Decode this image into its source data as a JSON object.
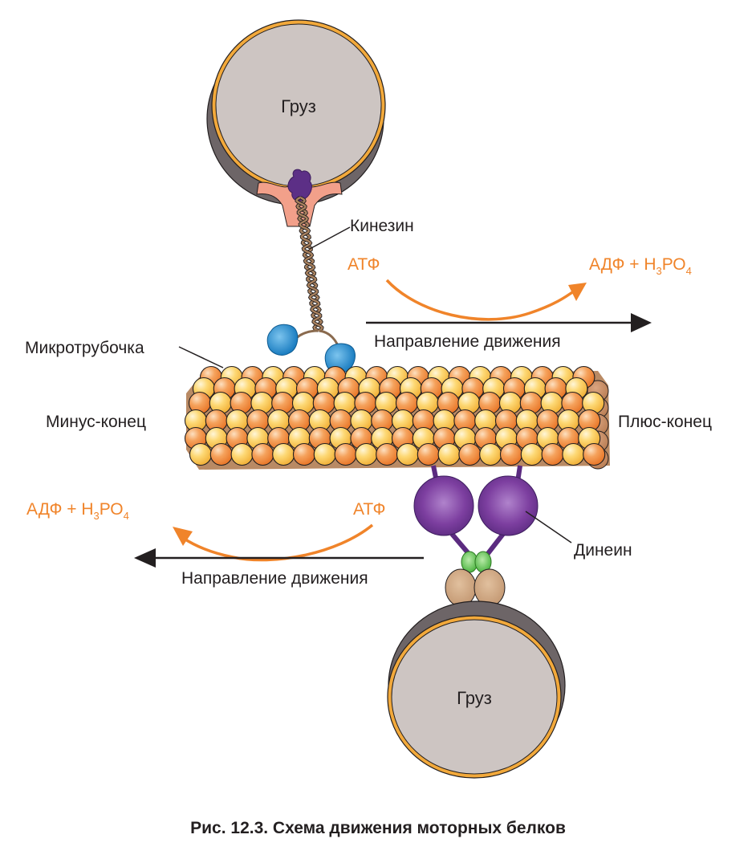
{
  "figure": {
    "caption": "Рис. 12.3. Схема движения моторных белков"
  },
  "colors": {
    "orange_text": "#f0842a",
    "arrow_orange": "#f0842a",
    "text_dark": "#231f20",
    "cargo_fill": "#cdc5c2",
    "cargo_shadow": "#6d6567",
    "cargo_rim": "#f2a93b",
    "tubulin_orange": "#f39447",
    "tubulin_yellow": "#fcd46a",
    "tubulin_back": "#c08a60",
    "kinesin_head": "#1a86c8",
    "kinesin_stalk": "#8a6a4e",
    "kinesin_tail": "#f2a08a",
    "dynein_head": "#7a3d9c",
    "dynein_light_chain": "#5cbf4a",
    "dynactin": "#c9a178"
  },
  "top_cargo": {
    "label": "Груз"
  },
  "bottom_cargo": {
    "label": "Груз"
  },
  "kinesin": {
    "label": "Кинезин"
  },
  "dynein": {
    "label": "Динеин"
  },
  "microtubule": {
    "label": "Микротрубочка",
    "minus_end": "Минус-конец",
    "plus_end": "Плюс-конец"
  },
  "top_reaction": {
    "substrate": "АТФ",
    "products_main": "АДФ + Н",
    "sub1": "3",
    "products_mid": "РО",
    "sub2": "4",
    "direction_label": "Направление движения"
  },
  "bottom_reaction": {
    "substrate": "АТФ",
    "products_main": "АДФ + Н",
    "sub1": "3",
    "products_mid": "РО",
    "sub2": "4",
    "direction_label": "Направление движения"
  }
}
